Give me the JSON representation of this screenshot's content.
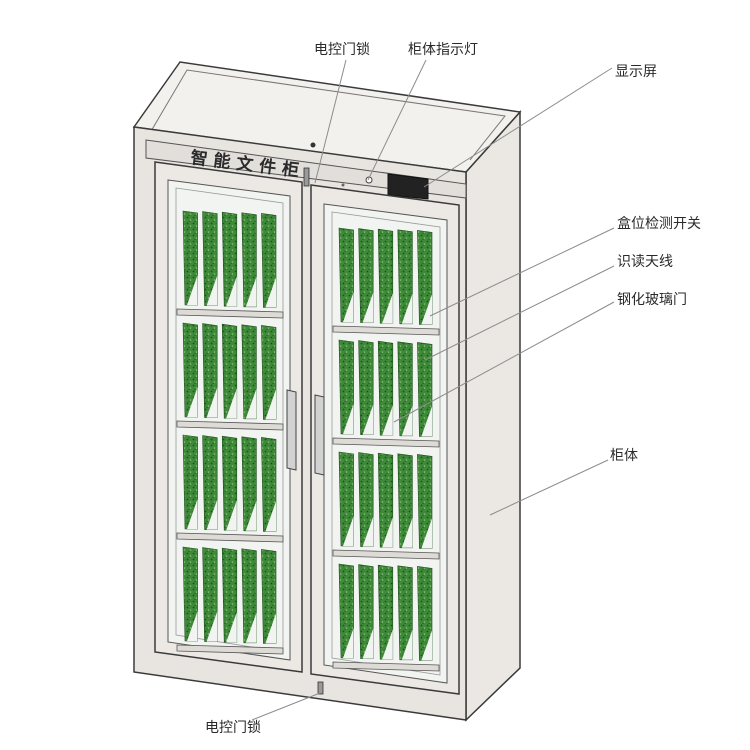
{
  "cabinet": {
    "title": "智能文件柜"
  },
  "callouts": {
    "lock_top": "电控门锁",
    "indicator": "柜体指示灯",
    "screen": "显示屏",
    "box_sensor": "盒位检测开关",
    "antenna": "识读天线",
    "glass_door": "钢化玻璃门",
    "body": "柜体",
    "lock_bottom": "电控门锁"
  },
  "colors": {
    "frame": "#e8e5e1",
    "outline": "#3a3a3a",
    "glass": "#f1f4f1",
    "file": "#3f8a3a",
    "file_dark": "#1f4f1e",
    "screen": "#222222"
  }
}
